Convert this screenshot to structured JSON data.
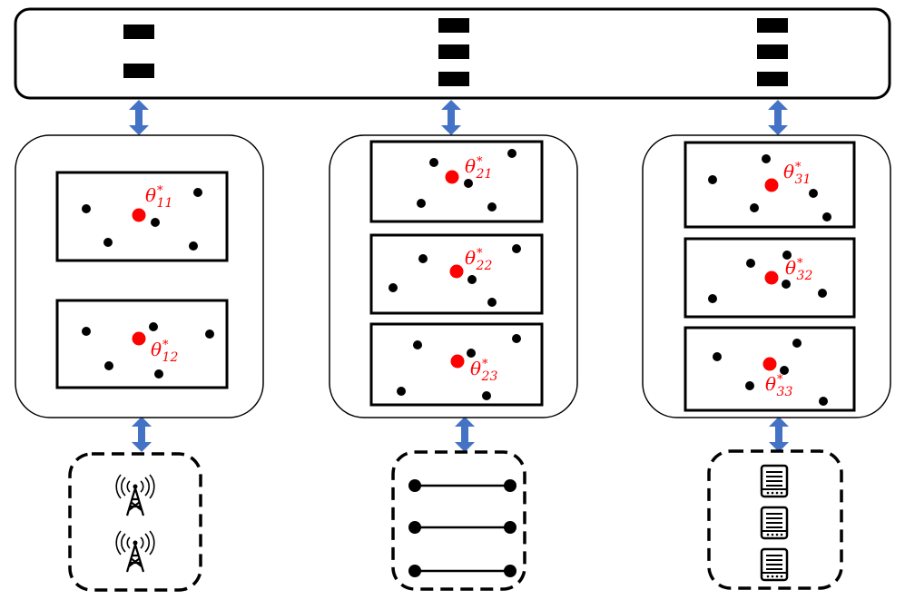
{
  "colors": {
    "frame": "#000000",
    "arrow": "#4472C4",
    "optimum": "#FF0000",
    "label": "#FF0000",
    "background": "#FFFFFF"
  },
  "server": {
    "name": "global-server-bar",
    "columns": [
      {
        "blocks": 2
      },
      {
        "blocks": 3
      },
      {
        "blocks": 3
      }
    ]
  },
  "clients": [
    {
      "name": "client-1",
      "panels": [
        {
          "label_main": "θ",
          "label_sup": "*",
          "label_sub": "11"
        },
        {
          "label_main": "θ",
          "label_sup": "*",
          "label_sub": "12"
        }
      ],
      "device_type": "antenna-tower",
      "device_count": 2
    },
    {
      "name": "client-2",
      "panels": [
        {
          "label_main": "θ",
          "label_sup": "*",
          "label_sub": "21"
        },
        {
          "label_main": "θ",
          "label_sup": "*",
          "label_sub": "22"
        },
        {
          "label_main": "θ",
          "label_sup": "*",
          "label_sub": "23"
        }
      ],
      "device_type": "link-lines",
      "device_count": 3
    },
    {
      "name": "client-3",
      "panels": [
        {
          "label_main": "θ",
          "label_sup": "*",
          "label_sub": "31"
        },
        {
          "label_main": "θ",
          "label_sup": "*",
          "label_sub": "32"
        },
        {
          "label_main": "θ",
          "label_sup": "*",
          "label_sub": "33"
        }
      ],
      "device_type": "server-rack",
      "device_count": 3
    }
  ]
}
